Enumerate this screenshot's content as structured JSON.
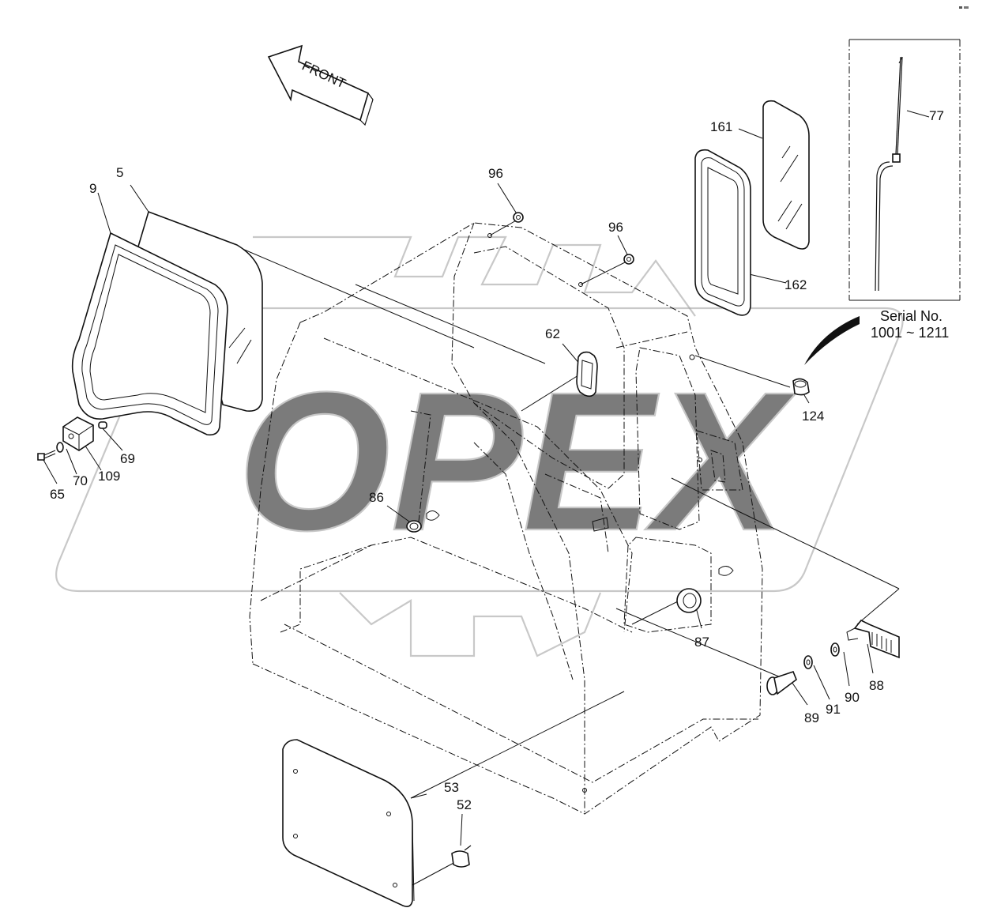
{
  "diagram": {
    "direction_label": "FRONT",
    "serial": {
      "title": "Serial No.",
      "range": "1001 ~ 1211"
    },
    "watermark": "OPEX",
    "callouts": [
      {
        "id": "callout-5",
        "text": "5"
      },
      {
        "id": "callout-9",
        "text": "9"
      },
      {
        "id": "callout-69",
        "text": "69"
      },
      {
        "id": "callout-70",
        "text": "70"
      },
      {
        "id": "callout-109",
        "text": "109"
      },
      {
        "id": "callout-65",
        "text": "65"
      },
      {
        "id": "callout-96a",
        "text": "96"
      },
      {
        "id": "callout-96b",
        "text": "96"
      },
      {
        "id": "callout-161",
        "text": "161"
      },
      {
        "id": "callout-162",
        "text": "162"
      },
      {
        "id": "callout-77",
        "text": "77"
      },
      {
        "id": "callout-62",
        "text": "62"
      },
      {
        "id": "callout-124",
        "text": "124"
      },
      {
        "id": "callout-86",
        "text": "86"
      },
      {
        "id": "callout-87",
        "text": "87"
      },
      {
        "id": "callout-88",
        "text": "88"
      },
      {
        "id": "callout-89",
        "text": "89"
      },
      {
        "id": "callout-90",
        "text": "90"
      },
      {
        "id": "callout-91",
        "text": "91"
      },
      {
        "id": "callout-53",
        "text": "53"
      },
      {
        "id": "callout-52",
        "text": "52"
      }
    ]
  }
}
